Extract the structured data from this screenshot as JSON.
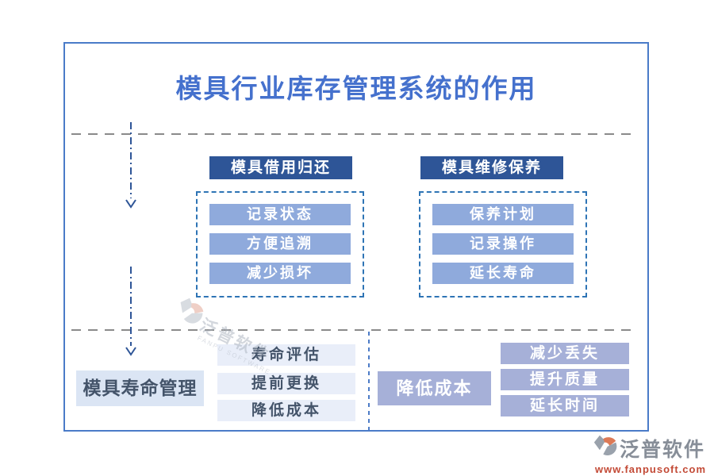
{
  "title": "模具行业库存管理系统的作用",
  "groups": {
    "borrow": {
      "header": "模具借用归还",
      "items": [
        "记录状态",
        "方便追溯",
        "减少损坏"
      ]
    },
    "maintain": {
      "header": "模具维修保养",
      "items": [
        "保养计划",
        "记录操作",
        "延长寿命"
      ]
    }
  },
  "life": {
    "label": "模具寿命管理",
    "items": [
      "寿命评估",
      "提前更换",
      "降低成本"
    ]
  },
  "cost": {
    "label": "降低成本",
    "items": [
      "减少丢失",
      "提升质量",
      "延长时间"
    ]
  },
  "watermark": {
    "name": "泛普软件",
    "sub": "FANPU SOFTWARE"
  },
  "brand": {
    "name": "泛普软件",
    "url": "www.fanpusoft.com"
  },
  "colors": {
    "frame_border": "#4a7bc8",
    "title_blue": "#4571cd",
    "header_navy": "#2e5597",
    "item_periwinkle": "#8faadc",
    "dashed_box_blue": "#2e74b5",
    "divider_gray": "#8a8a8a",
    "life_box_blue": "#dbe5f4",
    "life_item_blue": "#e9eef9",
    "slate_text": "#44546a",
    "cost_periwinkle": "#a6b0d8",
    "brand_gray": "#878e98",
    "brand_orange": "#c34a36"
  }
}
